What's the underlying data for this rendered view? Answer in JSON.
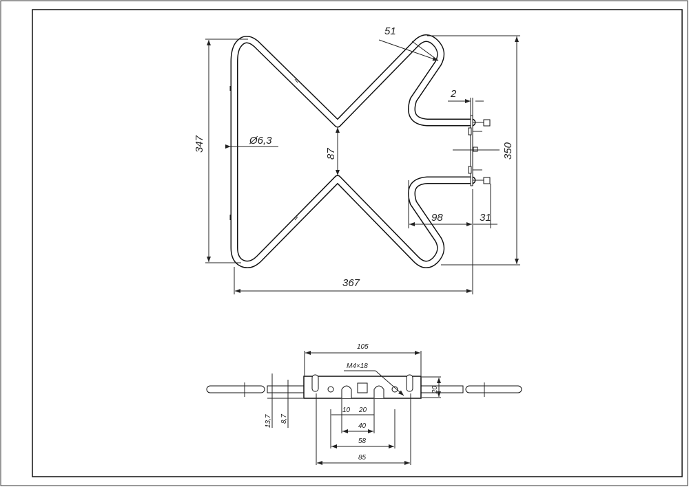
{
  "drawing": {
    "top_view": {
      "dims": {
        "bend_radius": "51",
        "plate_thickness": "2",
        "height_left": "347",
        "tube_diameter": "Ø6,3",
        "center_gap": "87",
        "height_right": "350",
        "terminal_offset": "98",
        "terminal_length": "31",
        "width": "367"
      }
    },
    "side_view": {
      "dims": {
        "plate_width": "105",
        "screw": "M4×18",
        "plate_height": "20",
        "tube_offset_a": "13,7",
        "tube_offset_b": "8,7",
        "slot_width": "10",
        "slot_gap": "20",
        "slot_span": "40",
        "hole_span": "58",
        "mount_span": "85"
      }
    }
  }
}
